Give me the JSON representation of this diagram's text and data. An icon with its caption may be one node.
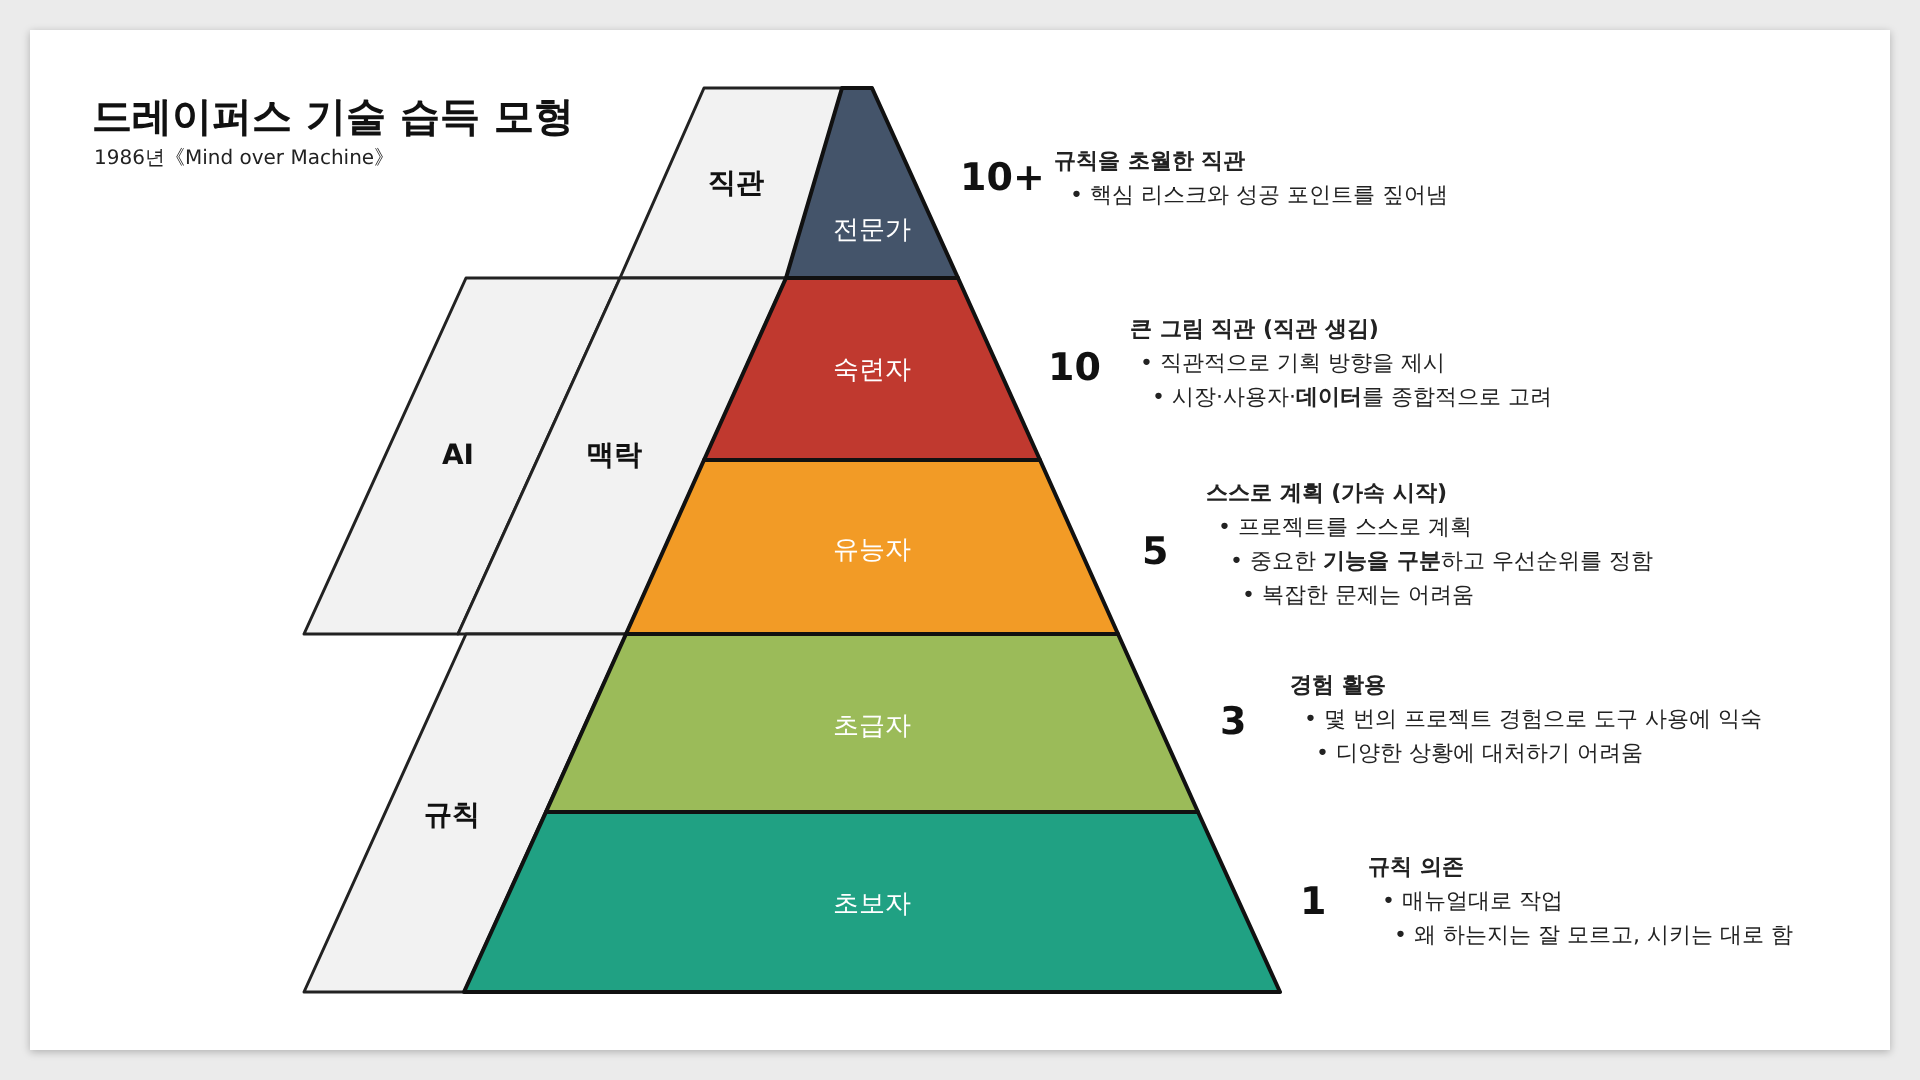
{
  "diagram": {
    "title": "드레이퍼스 기술 습득 모형",
    "caption": "1986년《Mind over Machine》",
    "nodes": [
      {
        "text": [
          "직관"
        ]
      },
      {
        "text": [
          "전문가"
        ],
        "beside": [
          "10+",
          "규칙을 초월한 직관",
          "• 핵심 리스크와 성공 포인트를 짚어냄"
        ]
      },
      {
        "text": [
          "AI"
        ]
      },
      {
        "text": [
          "맥락"
        ]
      },
      {
        "text": [
          "숙련자"
        ],
        "beside": [
          "10",
          "큰 그림 직관 (직관 생김)",
          "• 직관적으로 기획 방향을 제시",
          "• 시장·사용자·**데이터**를 종합적으로 고려"
        ]
      },
      {
        "text": [
          "유능자"
        ],
        "beside": [
          "5",
          "스스로 계획 (가속 시작)",
          "• 프로젝트를 스스로 계획",
          "• 중요한 **기능을 구분**하고 우선순위를 정함",
          "• 복잡한 문제는 어려움"
        ]
      },
      {
        "text": [
          "규칙"
        ]
      },
      {
        "text": [
          "초급자"
        ],
        "beside": [
          "3",
          "경험 활용",
          "• 몇 번의 프로젝트 경험으로 도구 사용에 익숙",
          "• 디양한 상황에 대처하기 어려움"
        ]
      },
      {
        "text": [
          "초보자"
        ],
        "beside": [
          "1",
          "규칙 의존",
          "• 매뉴얼대로 작업",
          "• 왜 하는지는 잘 모르고, 시키는 대로 함"
        ]
      }
    ],
    "edges": []
  }
}
